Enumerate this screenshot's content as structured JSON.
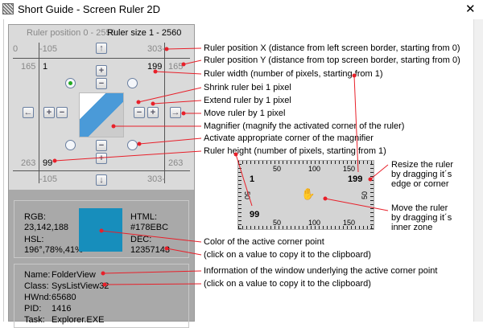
{
  "window": {
    "title": "Short Guide - Screen Ruler 2D",
    "close": "✕"
  },
  "panel": {
    "range_position": "Ruler position 0 - 2559",
    "range_size": "Ruler size 1 - 2560",
    "x_left": "0",
    "x_ruler_left": "-105",
    "x_right": "303-",
    "y_left": "165",
    "width_start": "1",
    "width_value": "199",
    "y_right": "165",
    "bottom_left": "263",
    "height_value": "99",
    "bottom_right": "263",
    "x_bottom_left": "-105",
    "x_bottom_right": "303-",
    "up": "↑",
    "down": "↓",
    "left": "←",
    "right": "→",
    "plus": "+",
    "minus": "−"
  },
  "color": {
    "rgb_label": "RGB:",
    "rgb": "23,142,188",
    "hsl_label": "HSL:",
    "hsl": "196°,78%,41%",
    "html_label": "HTML:",
    "html": "#178EBC",
    "dec_label": "DEC:",
    "dec": "12357143",
    "swatch": "#178EBC"
  },
  "window_info": [
    {
      "label": "Name:",
      "value": "FolderView"
    },
    {
      "label": "Class:",
      "value": "SysListView32"
    },
    {
      "label": "HWnd:",
      "value": "65680"
    },
    {
      "label": "PID:",
      "value": "1416"
    },
    {
      "label": "Task:",
      "value": "Explorer.EXE"
    }
  ],
  "annotations": {
    "pos_x": "Ruler position X (distance from left screen border, starting from 0)",
    "pos_y": "Ruler position Y (distance from top screen border, starting from 0)",
    "width": "Ruler width (number of pixels, starting from 1)",
    "shrink": "Shrink ruler bei 1 pixel",
    "extend": "Extend ruler by 1 pixel",
    "move": "Move ruler by 1 pixel",
    "magnifier": "Magnifier (magnify the activated corner of the ruler)",
    "corner": "Activate appropriate corner of the magnifier",
    "height": "Ruler height (number of pixels, starting from 1)",
    "resize": [
      "Resize the ruler",
      "by dragging it´s",
      "edge or corner"
    ],
    "move_drag": [
      "Move the ruler",
      "by dragging it´s",
      "inner zone"
    ],
    "color1": "Color of the active corner point",
    "color2": "(click on a value to copy it to the clipboard)",
    "info1": "Information of the window underlying the active corner point",
    "info2": "(click on a value to copy it to the clipboard)"
  },
  "ruler_demo": {
    "t50": "50",
    "t100": "100",
    "t150": "150",
    "b50": "50",
    "b100": "100",
    "b150": "150",
    "l50": "50",
    "r50": "50",
    "start": "1",
    "width": "199",
    "height": "99",
    "hand": "✋"
  },
  "accent": "#e8202a"
}
